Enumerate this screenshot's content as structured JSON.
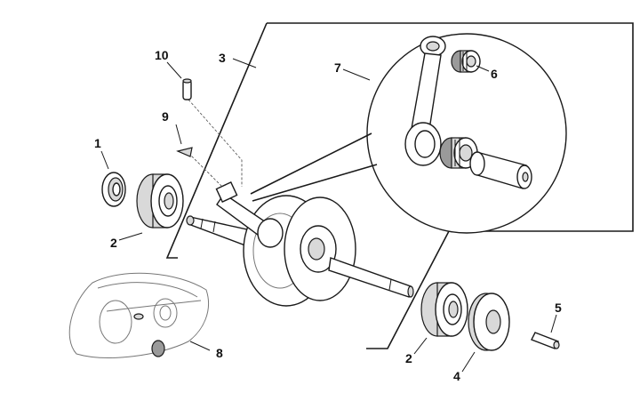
{
  "diagram": {
    "callouts": {
      "part_1": "1",
      "part_2_left": "2",
      "part_2_right": "2",
      "part_3": "3",
      "part_4": "4",
      "part_5": "5",
      "part_6": "6",
      "part_7": "7",
      "part_8": "8",
      "part_9": "9",
      "part_10": "10"
    }
  }
}
